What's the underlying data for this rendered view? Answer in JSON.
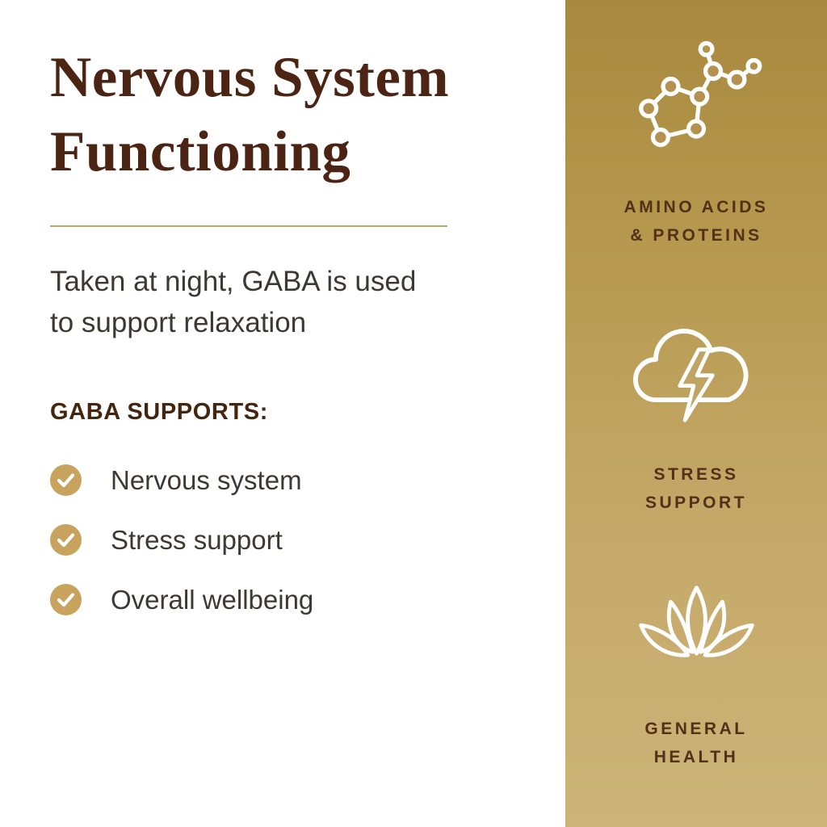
{
  "main": {
    "title_line1": "Nervous System",
    "title_line2": "Functioning",
    "subtitle_line1": "Taken at night, GABA is used",
    "subtitle_line2": "to support relaxation",
    "supports_heading": "GABA SUPPORTS:",
    "checklist": [
      {
        "icon": "check-icon",
        "label": "Nervous system"
      },
      {
        "icon": "check-icon",
        "label": "Stress support"
      },
      {
        "icon": "check-icon",
        "label": "Overall wellbeing"
      }
    ]
  },
  "sidebar": {
    "categories": [
      {
        "icon": "molecule-icon",
        "label_line1": "AMINO ACIDS",
        "label_line2": "& PROTEINS"
      },
      {
        "icon": "storm-cloud-icon",
        "label_line1": "STRESS",
        "label_line2": "SUPPORT"
      },
      {
        "icon": "lotus-icon",
        "label_line1": "GENERAL",
        "label_line2": "HEALTH"
      }
    ]
  },
  "colors": {
    "title_brown": "#4b2413",
    "body_text": "#3e3833",
    "gold_accent": "#c8a35e",
    "divider_gold": "#c3a66b",
    "band_gradient_top": "#a8893f",
    "band_gradient_bottom": "#ccb377",
    "sidebar_label_brown": "#533018",
    "icon_white": "#ffffff"
  }
}
